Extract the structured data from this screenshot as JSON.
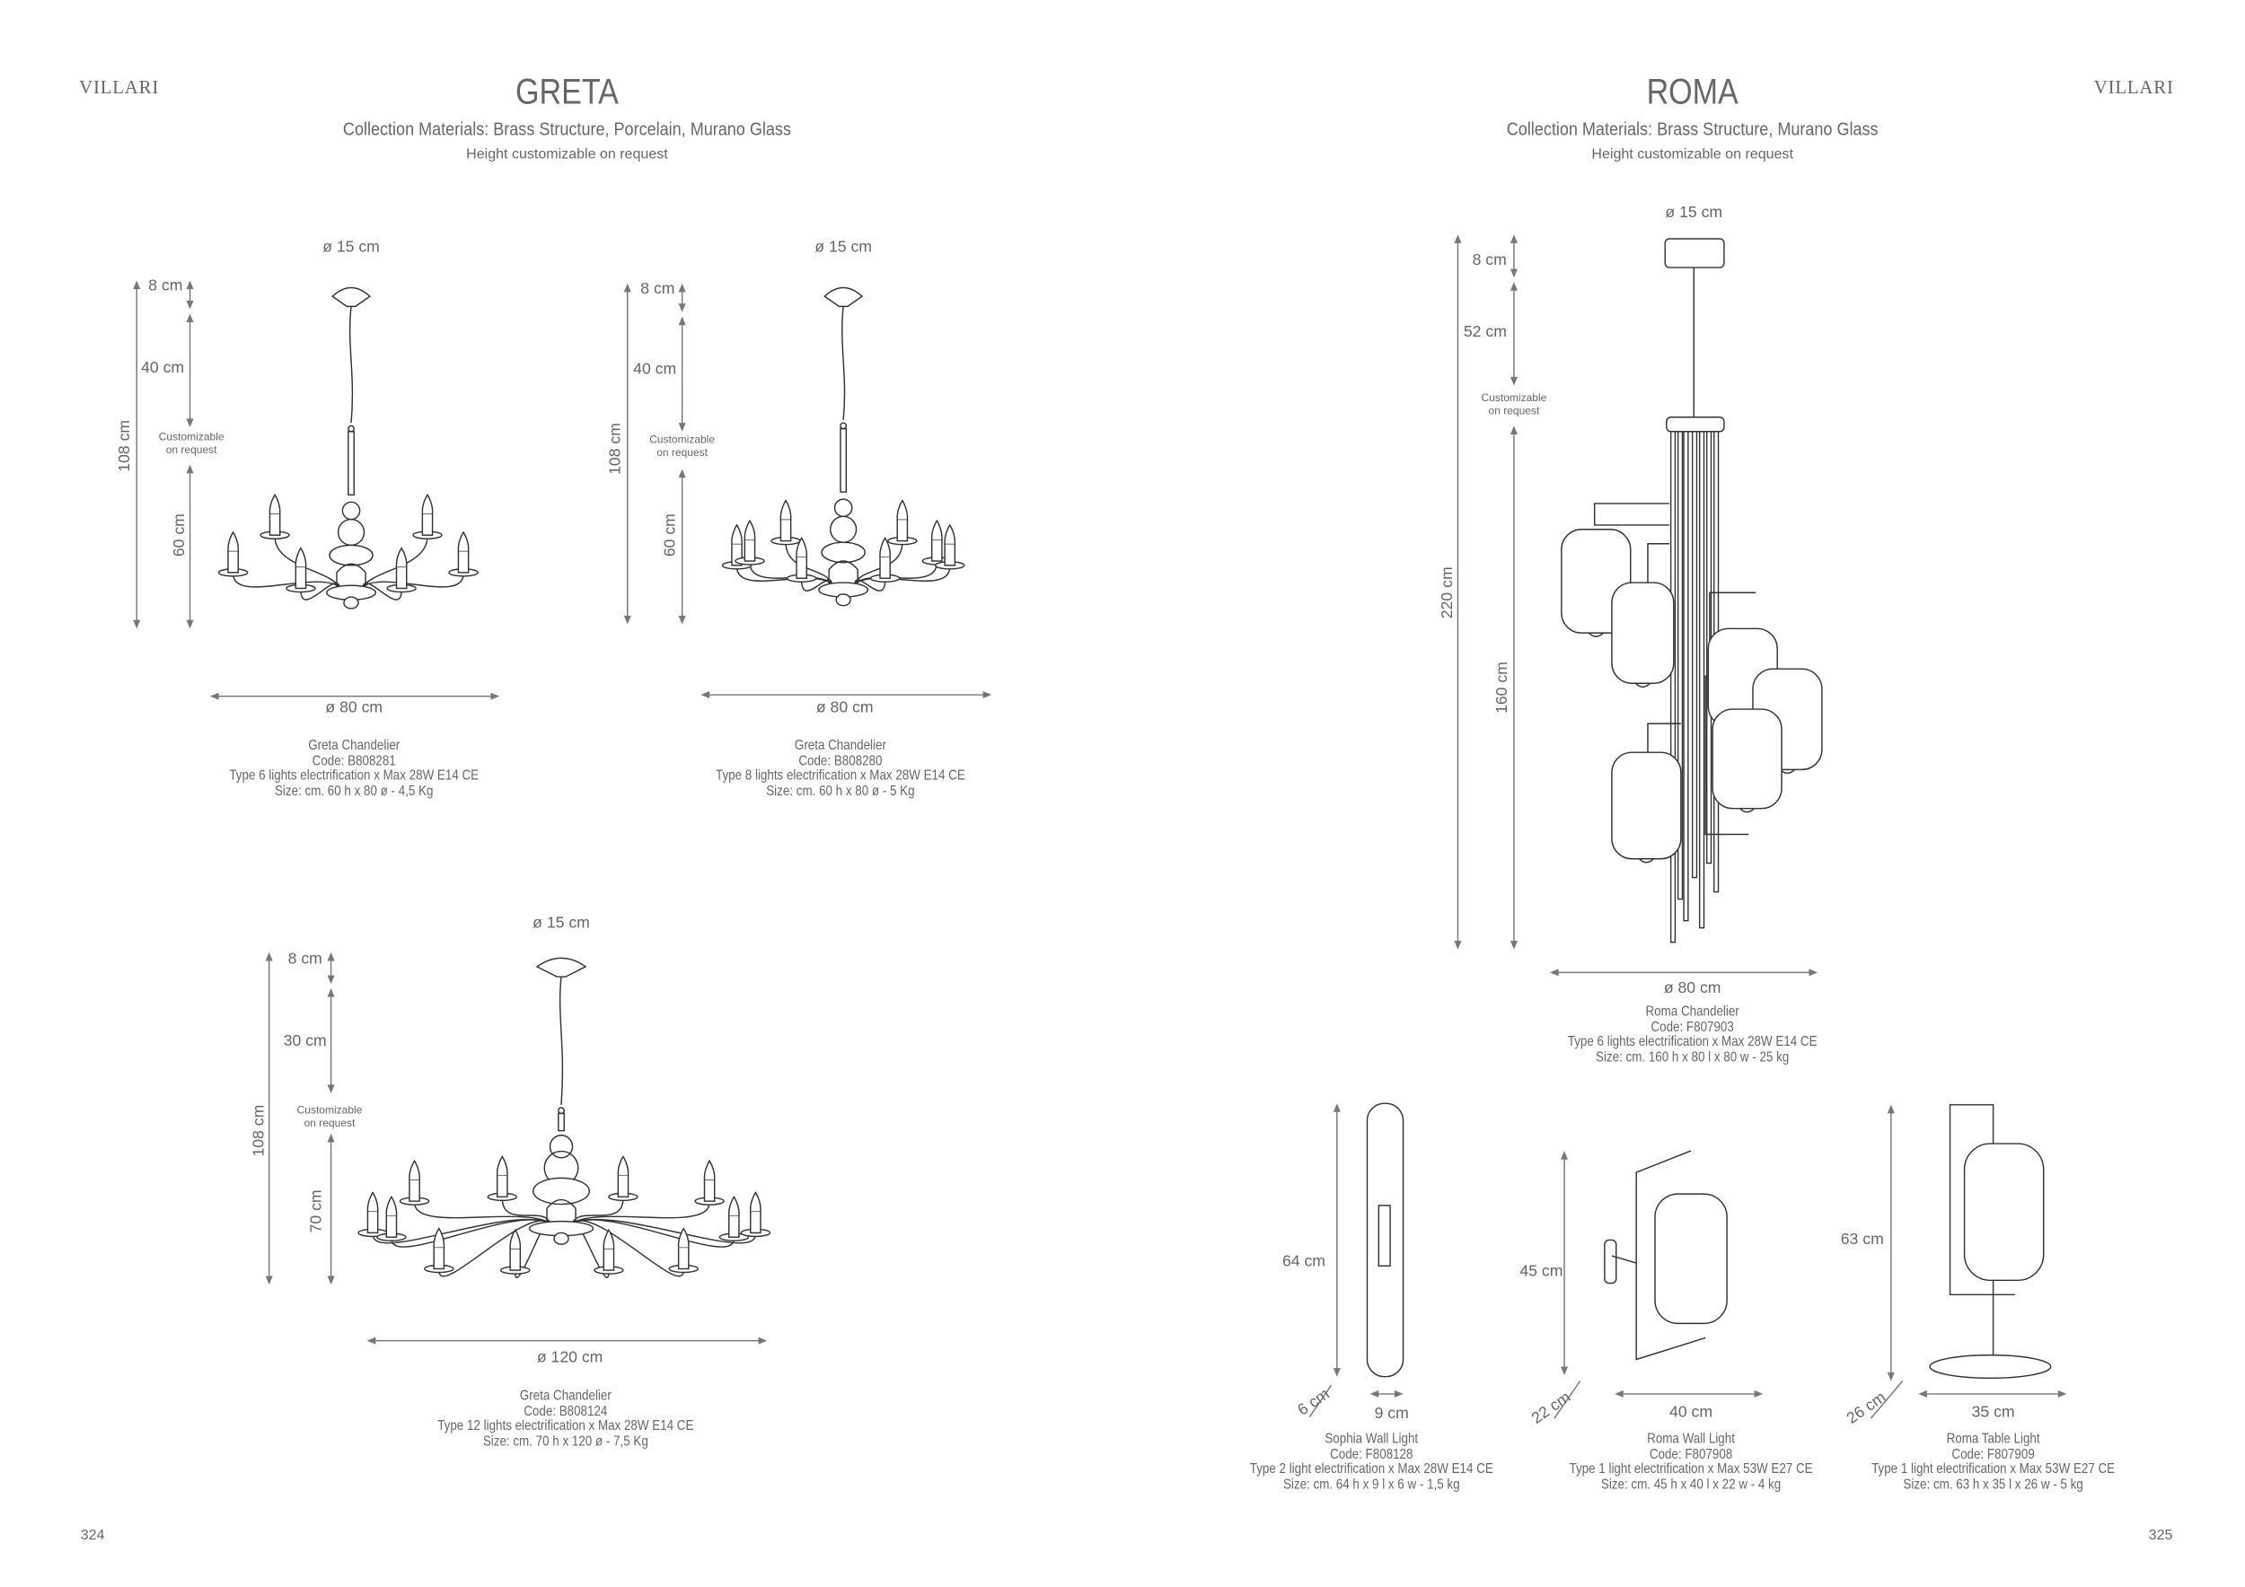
{
  "brand": "VILLARI",
  "left_page": {
    "title": "GRETA",
    "materials": "Collection Materials: Brass Structure, Porcelain, Murano Glass",
    "note": "Height customizable on request",
    "page_number": "324",
    "products": [
      {
        "top_diameter": "ø 15 cm",
        "total_height": "108 cm",
        "canopy": "8 cm",
        "cord": "40 cm",
        "customizable": [
          "Customizable",
          "on request"
        ],
        "body_height": "60 cm",
        "width": "ø 80 cm",
        "caption": [
          "Greta Chandelier",
          "Code: B808281",
          "Type 6 lights electrification x Max 28W E14 CE",
          "Size: cm. 60 h x 80 ø - 4,5 Kg"
        ]
      },
      {
        "top_diameter": "ø 15 cm",
        "total_height": "108 cm",
        "canopy": "8 cm",
        "cord": "40 cm",
        "customizable": [
          "Customizable",
          "on request"
        ],
        "body_height": "60 cm",
        "width": "ø 80 cm",
        "caption": [
          "Greta Chandelier",
          "Code: B808280",
          "Type 8 lights electrification x Max 28W E14 CE",
          "Size: cm. 60 h x 80 ø - 5 Kg"
        ]
      },
      {
        "top_diameter": "ø 15 cm",
        "total_height": "108 cm",
        "canopy": "8 cm",
        "cord": "30 cm",
        "customizable": [
          "Customizable",
          "on request"
        ],
        "body_height": "70 cm",
        "width": "ø 120 cm",
        "caption": [
          "Greta Chandelier",
          "Code: B808124",
          "Type 12 lights electrification x Max 28W E14 CE",
          "Size: cm. 70 h x 120 ø - 7,5 Kg"
        ]
      }
    ]
  },
  "right_page": {
    "title": "ROMA",
    "materials": "Collection Materials: Brass Structure, Murano Glass",
    "note": "Height customizable on request",
    "page_number": "325",
    "chandelier": {
      "top_diameter": "ø 15 cm",
      "total_height": "220  cm",
      "canopy": "8 cm",
      "rod": "52 cm",
      "customizable": [
        "Customizable",
        "on request"
      ],
      "body_height": "160 cm",
      "width": "ø 80 cm",
      "caption": [
        "Roma Chandelier",
        "Code: F807903",
        "Type 6 lights electrification x Max 28W E14 CE",
        "Size: cm. 160 h x 80 l x 80 w - 25 kg"
      ]
    },
    "small": [
      {
        "height": "64 cm",
        "depth": "6 cm",
        "width": "9 cm",
        "caption": [
          "Sophia Wall Light",
          "Code: F808128",
          "Type 2 light electrification x Max 28W E14 CE",
          "Size: cm. 64 h x 9 l x 6 w -  1,5 kg"
        ]
      },
      {
        "height": "45 cm",
        "depth": "22 cm",
        "width": "40 cm",
        "caption": [
          "Roma Wall Light",
          "Code: F807908",
          "Type 1 light electrification x Max 53W E27 CE",
          "Size: cm. 45 h x 40 l x 22 w - 4 kg"
        ]
      },
      {
        "height": "63 cm",
        "depth": "26 cm",
        "width": "35 cm",
        "caption": [
          "Roma Table Light",
          "Code: F807909",
          "Type 1 light electrification x Max 53W E27 CE",
          "Size: cm. 63 h x 35 l x 26 w - 5 kg"
        ]
      }
    ]
  }
}
